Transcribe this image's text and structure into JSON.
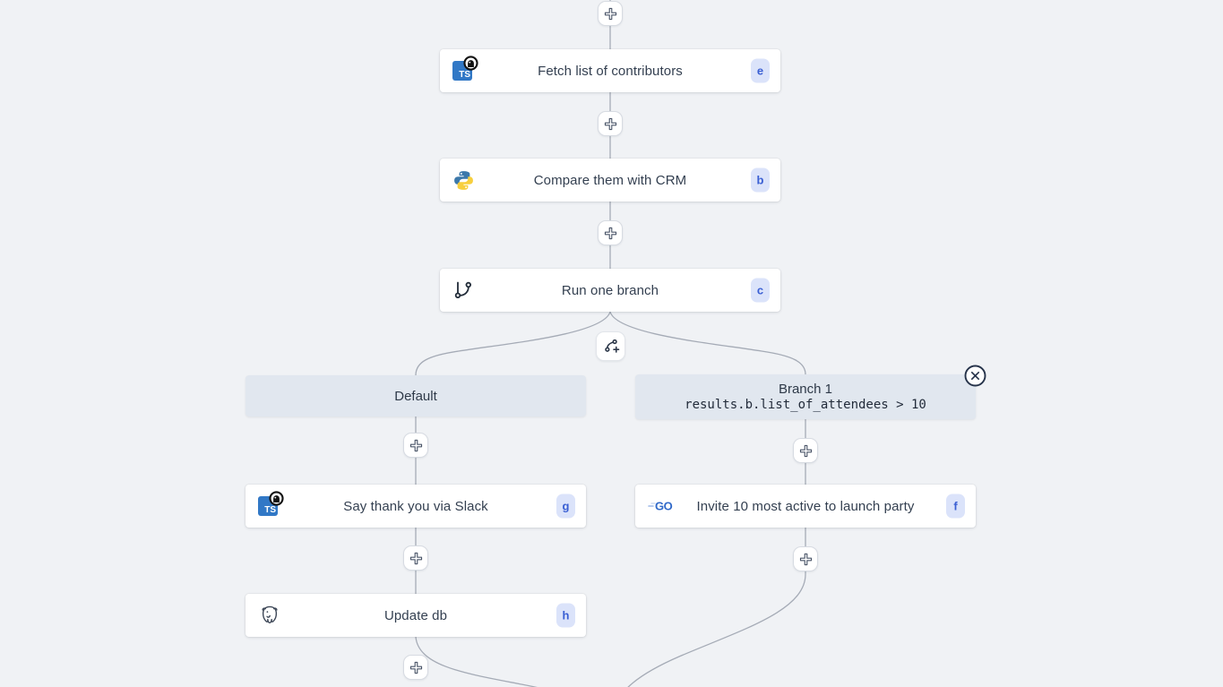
{
  "flow": {
    "nodes": {
      "fetch": {
        "label": "Fetch list of contributors",
        "badge": "e",
        "icon": "typescript-deno"
      },
      "compare": {
        "label": "Compare them with CRM",
        "badge": "b",
        "icon": "python"
      },
      "branch": {
        "label": "Run one branch",
        "badge": "c",
        "icon": "git-branch"
      },
      "slack": {
        "label": "Say thank you via Slack",
        "badge": "g",
        "icon": "typescript-deno"
      },
      "update": {
        "label": "Update db",
        "badge": "h",
        "icon": "postgresql"
      },
      "invite": {
        "label": "Invite 10 most active to launch party",
        "badge": "f",
        "icon": "go"
      }
    },
    "branches": {
      "default": {
        "label": "Default"
      },
      "branch1": {
        "title": "Branch 1",
        "condition": "results.b.list_of_attendees > 10"
      }
    },
    "go_logo_text": "GO",
    "ts_logo_text": "TS"
  },
  "colors": {
    "background": "#f0f2f5",
    "edge": "#a5abb6",
    "card": "#ffffff",
    "branch_header": "#e1e7ef",
    "badge_bg": "#dbe3fa",
    "badge_text": "#3a5fd3",
    "label_text": "#333f50",
    "ts_blue": "#3178c6",
    "go_blue": "#3069c9"
  }
}
